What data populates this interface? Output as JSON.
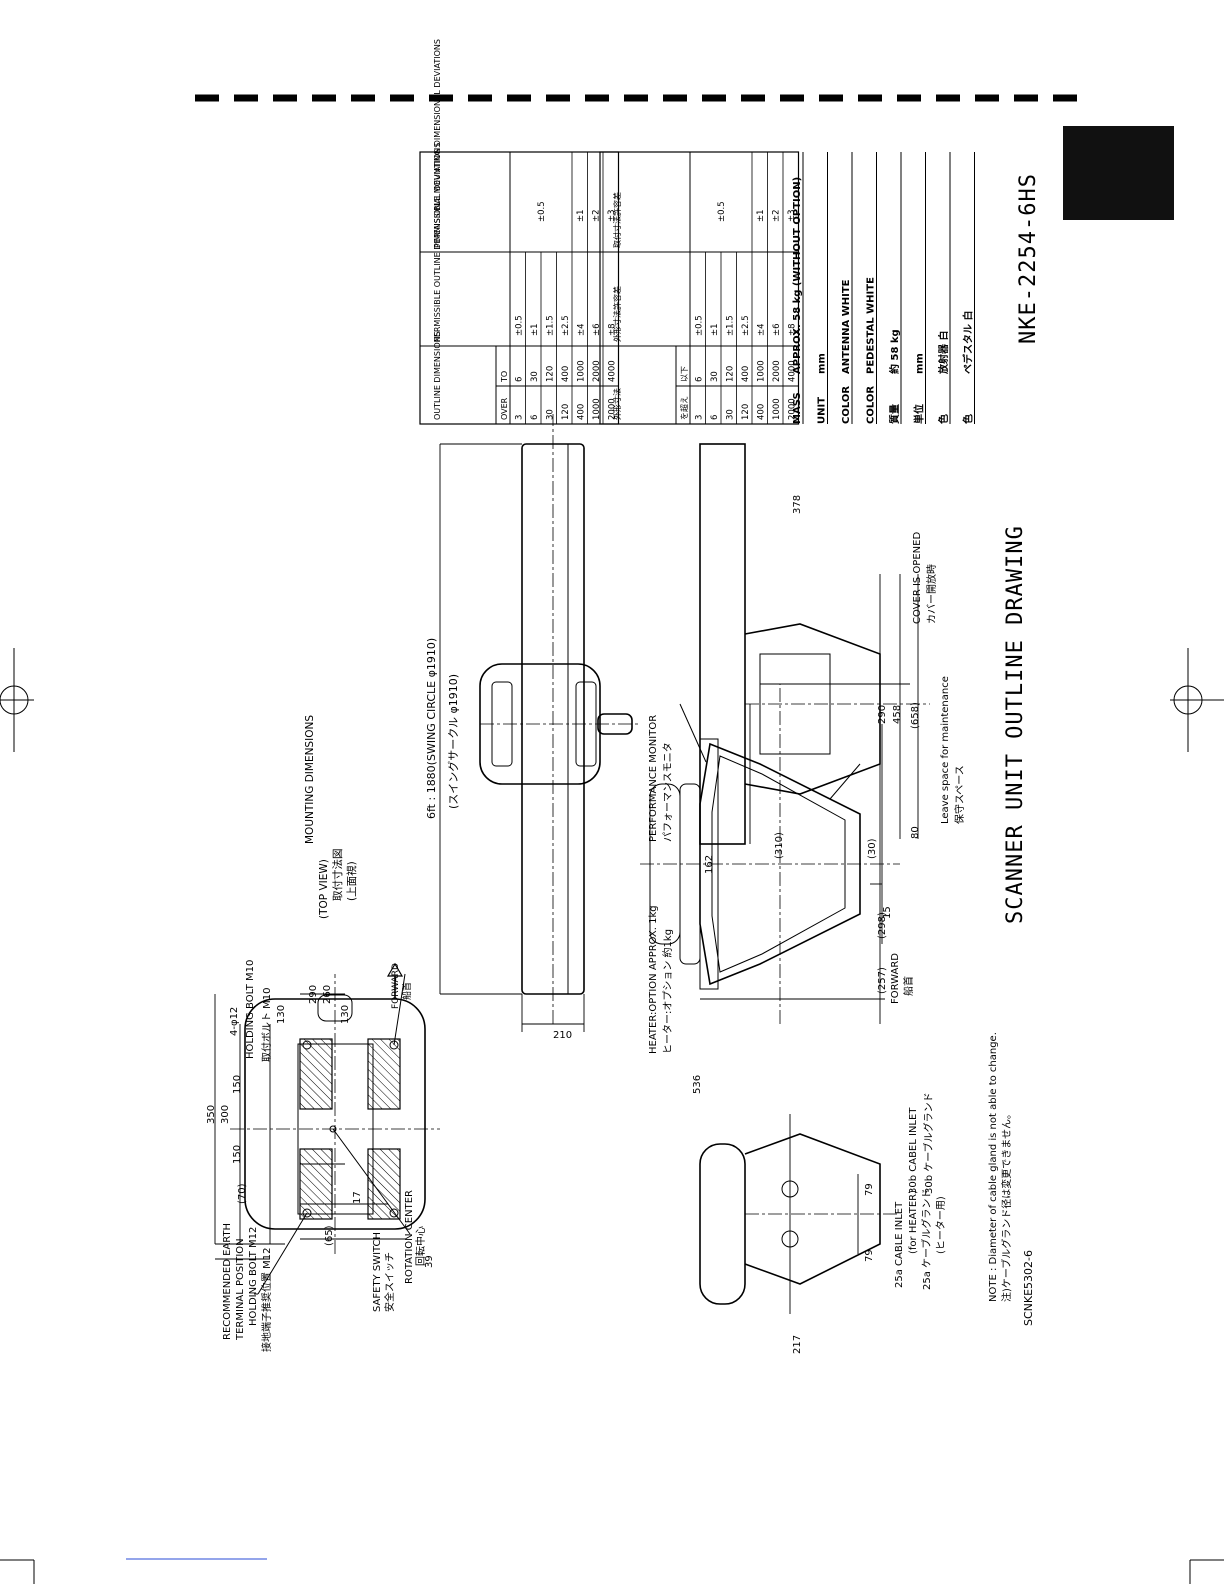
{
  "drawing_title": "SCANNER UNIT OUTLINE DRAWING",
  "model": "NKE-2254-6HS",
  "drawing_no": "SCNKE5302-6",
  "notes": {
    "note_en": "NOTE : Diameter of cable gland is not able to change.",
    "note_jp": "注)ケーブルグランド径は変更できません。"
  },
  "mounting": {
    "title": "MOUNTING DIMENSIONS",
    "title_sub": "(TOP VIEW)",
    "title_jp": "取付寸法図",
    "title_jp_sub": "(上面視)",
    "bolt_count": "4-φ12",
    "bolt_m10": "HOLDING BOLT M10",
    "bolt_m10_jp": "取付ボルト M10",
    "earth_1": "RECOMMENDED EARTH",
    "earth_2": "TERMINAL POSITION",
    "bolt_m12": "HOLDING BOLT M12",
    "earth_jp": "接地端子推奨位置 M12",
    "safety_switch": "SAFETY SWITCH",
    "safety_switch_jp": "安全スイッチ",
    "rotation_center": "ROTATION CENTER",
    "rotation_center_jp": "回転中心",
    "forward": "FORWARD",
    "forward_jp": "船首",
    "d350": "350",
    "d300": "300",
    "d150a": "150",
    "d150b": "150",
    "d70": "(70)",
    "d290": "290",
    "d260": "260",
    "d130a": "130",
    "d130b": "130",
    "d65": "(65)",
    "d17": "17",
    "d39": "39"
  },
  "top_view": {
    "swing_circle": "6ft : 1880(SWING CIRCLE φ1910)",
    "swing_circle_jp": "(スイングサークル φ1910)",
    "d210": "210"
  },
  "side_view": {
    "performance_monitor": "PERFORMANCE MONITOR",
    "performance_monitor_jp": "パフォーマンスモニタ",
    "heater": "HEATER:OPTION APPROX. 1kg",
    "heater_jp": "ヒーター:オプション 約1kg",
    "forward": "FORWARD",
    "forward_jp": "船首",
    "d536": "536",
    "d257": "(257)",
    "d298": "(298)",
    "d15": "15"
  },
  "front_view": {
    "cover_opened": "COVER IS OPENED",
    "cover_opened_jp": "カバー開放時",
    "maintenance": "Leave space for maintenance",
    "maintenance_jp": "保守スペース",
    "d378": "378",
    "d290": "290",
    "d458": "458",
    "d658": "(658)",
    "d80": "80",
    "d310": "(310)",
    "d30": "(30)",
    "d162": "162"
  },
  "rear_view": {
    "cable_a": "25a CABLE INLET",
    "cable_a_sub": "(for HEATER)",
    "cable_a_jp": "25a ケーブルグランド",
    "cable_a_jp_sub": "(ヒーター用)",
    "cable_b": "30b CABEL INLET",
    "cable_b_jp": "30b ケーブルグランド",
    "d79a": "79",
    "d79b": "79",
    "d217": "217"
  },
  "tolerance_en": {
    "headers": [
      "OUTLINE DIMENSIONS",
      "PERMISSIBLE OUTLINE DIMENSIONAL DEVIATIONS",
      "PERMISSIBLE MOUNTING DIMENSIONAL DEVIATIONS"
    ],
    "sub_headers": [
      "OVER",
      "TO"
    ],
    "rows": [
      [
        "3",
        "6",
        "±0.5"
      ],
      [
        "6",
        "30",
        "±1"
      ],
      [
        "30",
        "120",
        "±1.5"
      ],
      [
        "120",
        "400",
        "±2.5"
      ],
      [
        "400",
        "1000",
        "±4"
      ],
      [
        "1000",
        "2000",
        "±6"
      ],
      [
        "2000",
        "4000",
        "±8"
      ]
    ],
    "mount": [
      "±0.5",
      "±1",
      "±2",
      "±3"
    ]
  },
  "tolerance_jp": {
    "headers": [
      "外形寸法",
      "外形寸法許容差",
      "取付寸法許容差"
    ],
    "sub_headers": [
      "を超え",
      "以下"
    ],
    "rows": [
      [
        "3",
        "6",
        "±0.5"
      ],
      [
        "6",
        "30",
        "±1"
      ],
      [
        "30",
        "120",
        "±1.5"
      ],
      [
        "120",
        "400",
        "±2.5"
      ],
      [
        "400",
        "1000",
        "±4"
      ],
      [
        "1000",
        "2000",
        "±6"
      ],
      [
        "2000",
        "4000",
        "±8"
      ]
    ],
    "mount": [
      "±0.5",
      "±1",
      "±2",
      "±3"
    ]
  },
  "specs": [
    {
      "label": "MASS",
      "value": "APPROX. 58 kg (WITHOUT OPTION)"
    },
    {
      "label": "UNIT",
      "value": "mm"
    },
    {
      "label": "COLOR",
      "value": "ANTENNA  WHITE"
    },
    {
      "label": "COLOR",
      "value": "PEDESTAL  WHITE"
    },
    {
      "label": "質量",
      "value": "約 58 kg"
    },
    {
      "label": "単位",
      "value": "mm"
    },
    {
      "label": "色",
      "value": "放射器  白"
    },
    {
      "label": "色",
      "value": "ペデスタル  白"
    }
  ]
}
